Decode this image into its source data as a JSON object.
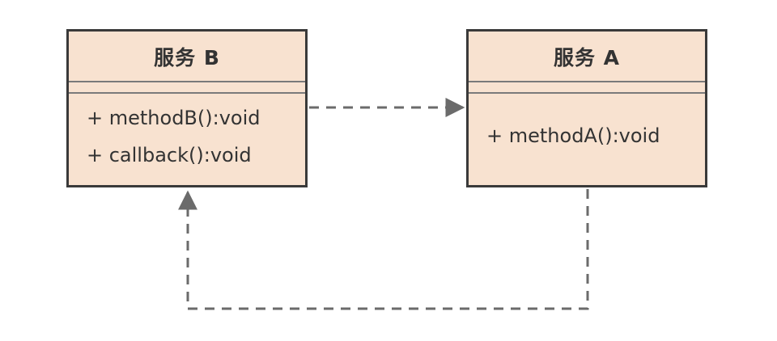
{
  "diagram": {
    "type": "uml-class-diagram",
    "classes": [
      {
        "id": "service-b",
        "name": "服务 B",
        "attributes": [],
        "methods": [
          "+ methodB():void",
          "+ callback():void"
        ]
      },
      {
        "id": "service-a",
        "name": "服务 A",
        "attributes": [],
        "methods": [
          "+ methodA():void"
        ]
      }
    ],
    "relations": [
      {
        "from": "service-b",
        "to": "service-a",
        "style": "dashed-arrow"
      },
      {
        "from": "service-a",
        "to": "service-b",
        "style": "dashed-arrow"
      }
    ],
    "colors": {
      "class_fill": "#f8e2d0",
      "class_border": "#3a3a3a",
      "connector": "#6b6b6b"
    }
  }
}
